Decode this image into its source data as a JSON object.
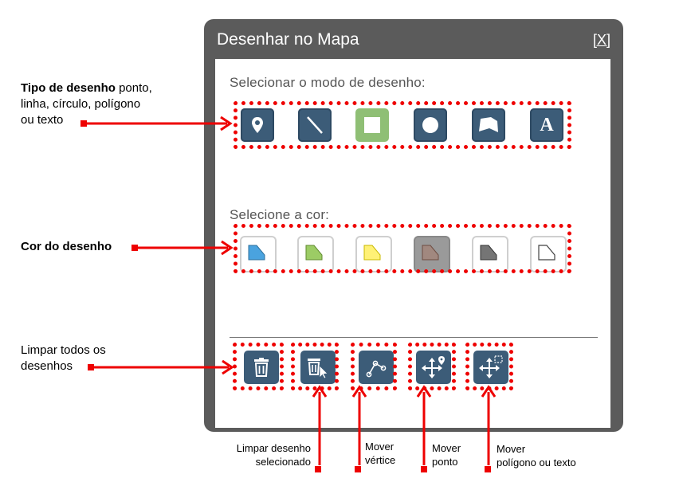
{
  "dialog": {
    "title": "Desenhar no Mapa",
    "close_label": "[X]",
    "mode_label": "Selecionar o modo de desenho:",
    "color_label": "Selecione a cor:",
    "modes": [
      {
        "name": "ponto",
        "icon": "map-marker-icon"
      },
      {
        "name": "linha",
        "icon": "line-icon"
      },
      {
        "name": "retângulo",
        "icon": "square-icon",
        "selected": true
      },
      {
        "name": "círculo",
        "icon": "circle-icon"
      },
      {
        "name": "polígono",
        "icon": "polygon-icon"
      },
      {
        "name": "texto",
        "icon": "text-icon",
        "glyph": "A"
      }
    ],
    "colors": [
      {
        "fill": "#4aa3df",
        "selected": false
      },
      {
        "fill": "#9ccc65",
        "selected": false
      },
      {
        "fill": "#fff176",
        "selected": false
      },
      {
        "fill": "#a1887f",
        "selected": true
      },
      {
        "fill": "#757575",
        "selected": false
      },
      {
        "fill": "#ffffff",
        "selected": false
      }
    ],
    "tools": [
      {
        "name": "limpar-todos",
        "icon": "trash-icon"
      },
      {
        "name": "limpar-selecionado",
        "icon": "trash-cursor-icon"
      },
      {
        "name": "mover-vertice",
        "icon": "vertex-icon"
      },
      {
        "name": "mover-ponto",
        "icon": "move-point-icon"
      },
      {
        "name": "mover-poligono",
        "icon": "move-polygon-icon"
      }
    ]
  },
  "annotations": {
    "tipo_bold": "Tipo de desenho",
    "tipo_rest": " ponto,",
    "tipo_line2": "linha,  círculo,  polígono",
    "tipo_line3": "ou texto",
    "cor": "Cor do desenho",
    "limpar_line1": "Limpar  todos os",
    "limpar_line2": "desenhos",
    "limpar_sel_line1": "Limpar desenho",
    "limpar_sel_line2": "selecionado",
    "mover_vertice_line1": "Mover",
    "mover_vertice_line2": "vértice",
    "mover_ponto_line1": "Mover",
    "mover_ponto_line2": "ponto",
    "mover_poligono_line1": "Mover",
    "mover_poligono_line2": "polígono ou texto"
  },
  "colors": {
    "accent_red": "#e00000",
    "button_dark": "#3c5c78",
    "dialog_frame": "#5b5b5b"
  }
}
